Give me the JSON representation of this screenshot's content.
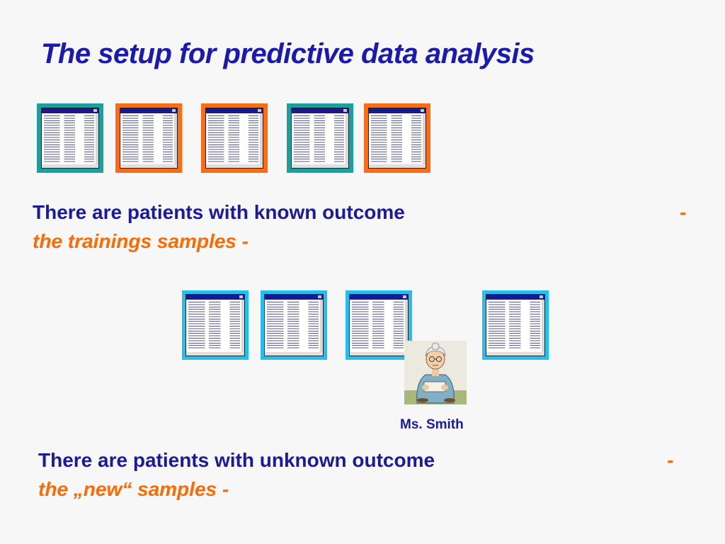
{
  "title": "The setup for predictive data analysis",
  "training": {
    "line1": "There are patients with known outcome",
    "dash": "-",
    "line2": "the trainings samples -"
  },
  "new": {
    "line1": "There are patients with unknown outcome",
    "dash": "-",
    "line2": "the „new“ samples -"
  },
  "person_caption": "Ms. Smith",
  "colors": {
    "title": "#1a1ab0",
    "text": "#1a1a9a",
    "accent": "#ff6a00",
    "frame_teal": "#1aa0a0",
    "frame_orange": "#ff6a14",
    "frame_cyan": "#22c0f0"
  }
}
